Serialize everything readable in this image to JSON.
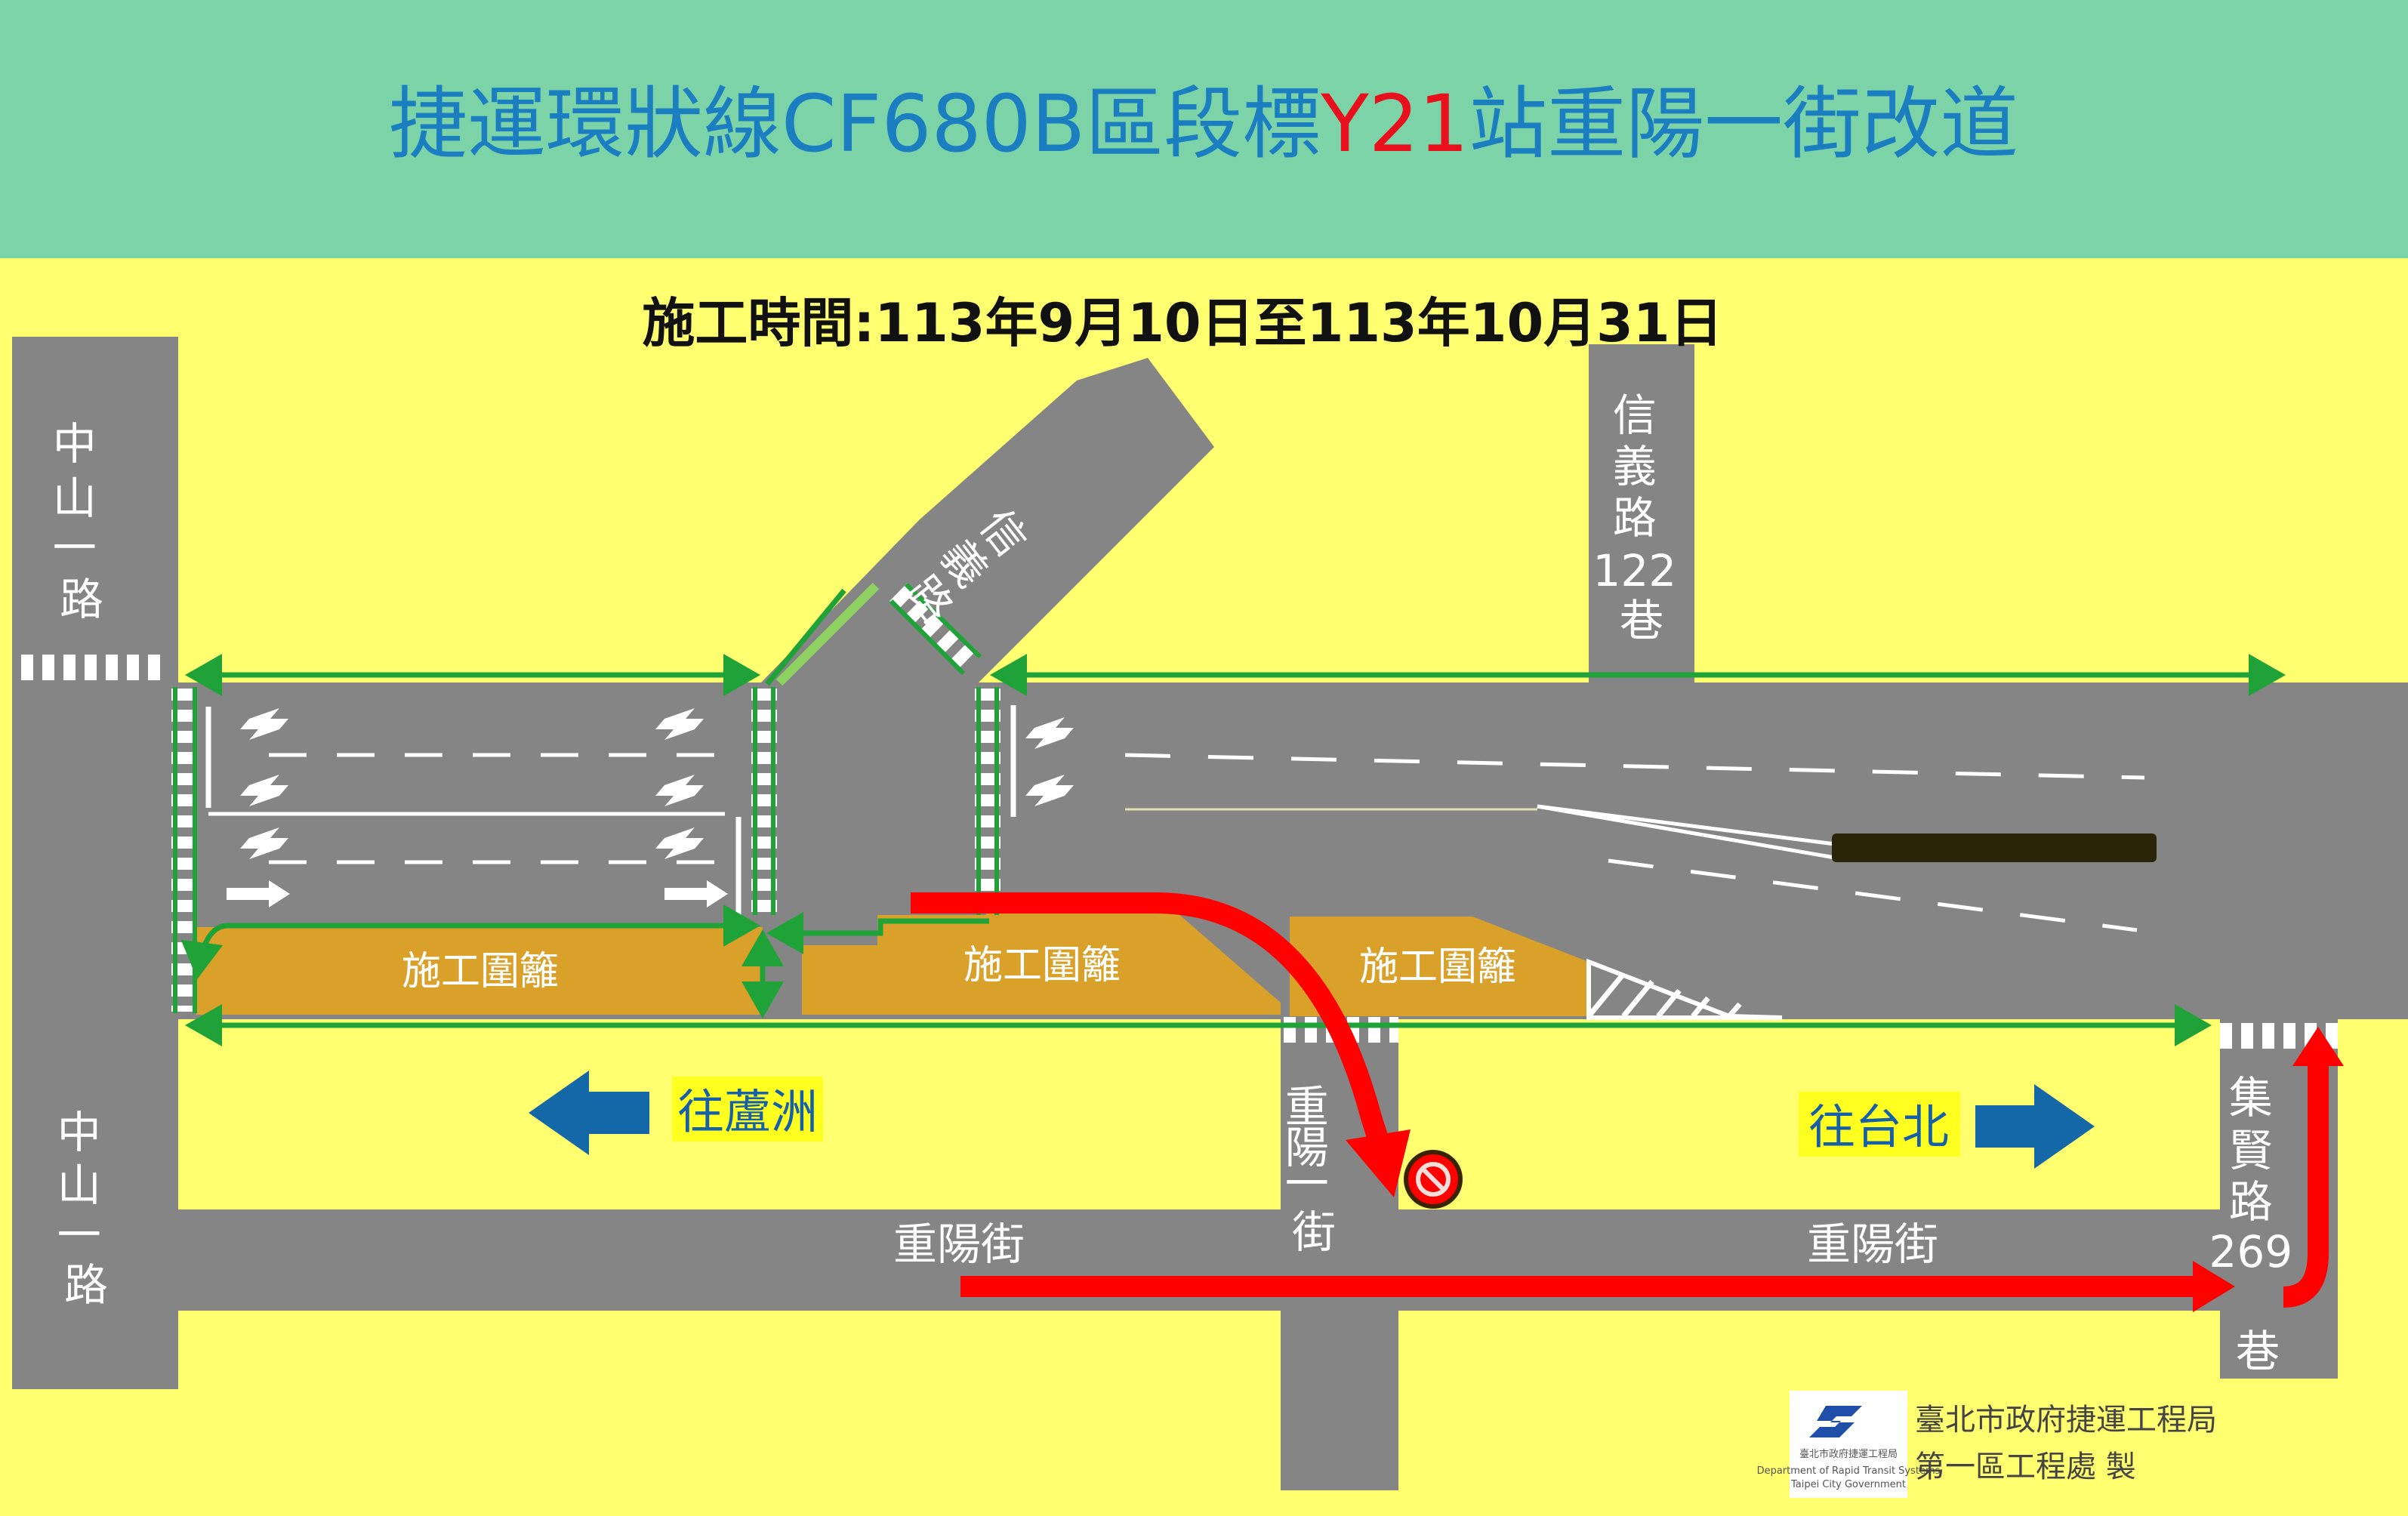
{
  "title": {
    "part1": "捷運環狀線",
    "part2": "CF680B",
    "part3": "區段標",
    "part4": "Y21",
    "part5": "站重陽一街改道"
  },
  "subtitle": "施工時間:113年9月10日至113年10月31日",
  "roads": {
    "zhongshan_top": [
      "中",
      "山",
      "一",
      "路"
    ],
    "zhongshan_bottom": [
      "中",
      "山",
      "一",
      "路"
    ],
    "xinyi_diag": [
      "信",
      "義",
      "路"
    ],
    "xinyi_lane": [
      "信",
      "義",
      "路",
      "122",
      "巷"
    ],
    "chongyang_1st": [
      "重",
      "陽",
      "一",
      "街"
    ],
    "chongyang_left": "重陽街",
    "chongyang_right": "重陽街",
    "jixian_lane": [
      "集",
      "賢",
      "路",
      "269",
      "巷"
    ]
  },
  "zones": [
    "施工圍籬",
    "施工圍籬",
    "施工圍籬"
  ],
  "directions": {
    "west": "往蘆洲",
    "east": "往台北"
  },
  "credit": {
    "line1": "臺北市政府捷運工程局",
    "line2": "第一區工程處 製"
  },
  "logo_text": {
    "cn": "臺北市政府捷運工程局",
    "en1": "Department of Rapid Transit Systems",
    "en2": "Taipei City Government"
  },
  "colors": {
    "header_bg": "#7dd3a8",
    "map_bg": "#ffff6f",
    "road": "#858585",
    "fence": "#d9a02a",
    "detour_arrow": "#ff0000",
    "boundary_line": "#1fa339",
    "direction_arrow": "#1568a8",
    "title_blue": "#1a7ec0",
    "title_red": "#e8101c"
  },
  "icons": [
    "no-entry-icon",
    "detour-arrow-icon",
    "direction-arrow-left-icon",
    "direction-arrow-right-icon",
    "lane-arrow-icon"
  ]
}
